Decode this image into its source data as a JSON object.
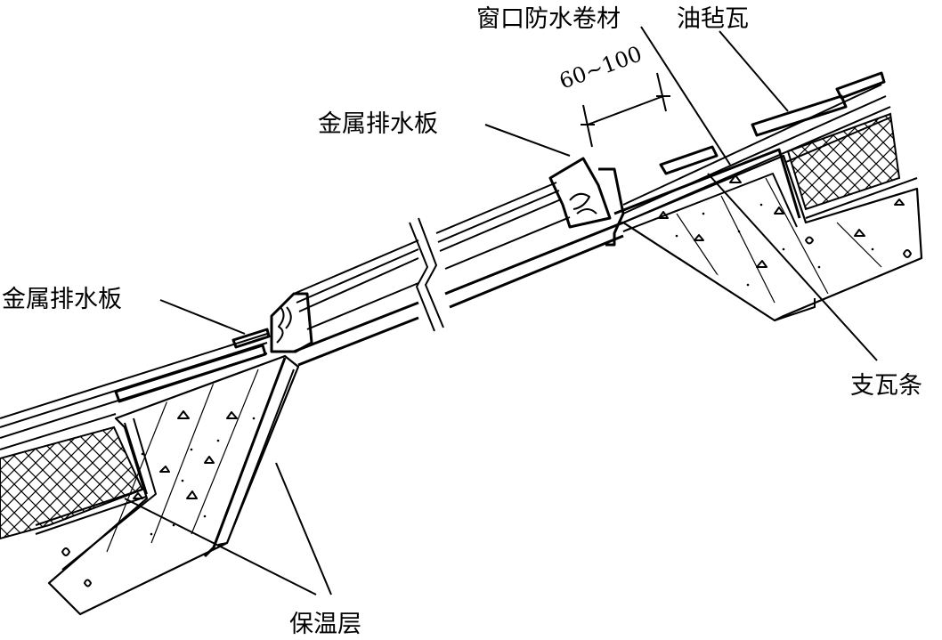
{
  "figure": {
    "labels": {
      "window_membrane": "窗口防水卷材",
      "asphalt_shingle": "油毡瓦",
      "dimension": "60~100",
      "metal_drain_plate_upper": "金属排水板",
      "metal_drain_plate_lower": "金属排水板",
      "tile_batten": "支瓦条",
      "insulation_layer": "保温层"
    },
    "colors": {
      "line": "#000000",
      "background": "#ffffff"
    }
  }
}
